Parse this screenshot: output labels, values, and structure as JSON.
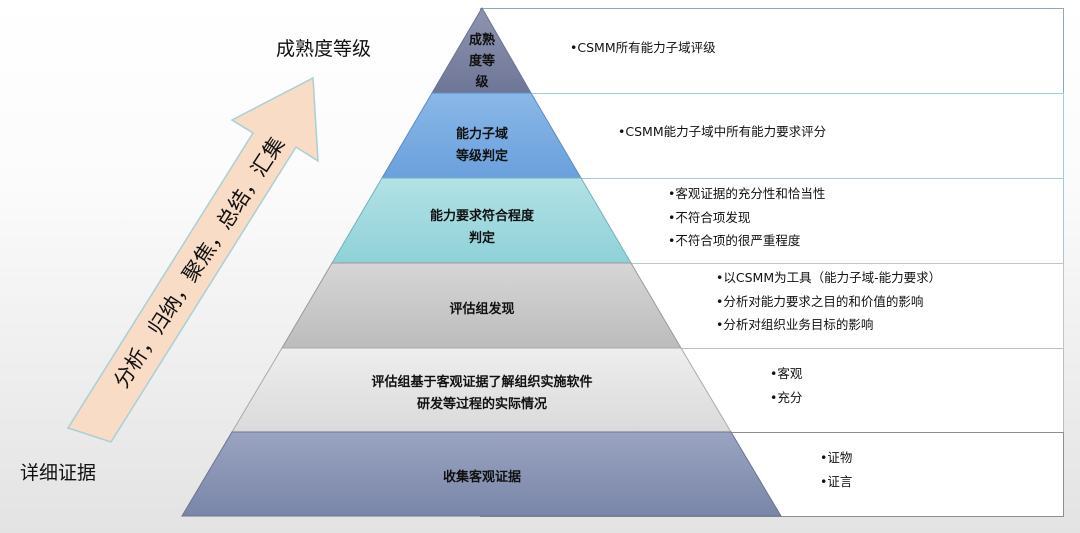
{
  "labels": {
    "top": "成熟度等级",
    "bottom": "详细证据",
    "arrow": "分析，归纳，聚焦，总结，汇集"
  },
  "colors": {
    "arrow_fill": "#f9dcc6",
    "arrow_stroke": "#a9cfd6",
    "level_0": "#7a82a4",
    "level_1": "#72a6df",
    "level_2": "#9ed9de",
    "level_3": "#c7c7c7",
    "level_4": "#e2e2e2",
    "level_5": "#8893b3"
  },
  "levels": [
    {
      "title_lines": [
        "成熟",
        "度等",
        "级"
      ],
      "bullets": [
        "•CSMM所有能力子域评级"
      ]
    },
    {
      "title_lines": [
        "能力子域",
        "等级判定"
      ],
      "bullets": [
        "•CSMM能力子域中所有能力要求评分"
      ]
    },
    {
      "title_lines": [
        "能力要求符合程度",
        "判定"
      ],
      "bullets": [
        "•客观证据的充分性和恰当性",
        "•不符合项发现",
        "•不符合项的很严重程度"
      ]
    },
    {
      "title_lines": [
        "评估组发现"
      ],
      "bullets": [
        "•以CSMM为工具（能力子域-能力要求）",
        "•分析对能力要求之目的和价值的影响",
        "•分析对组织业务目标的影响"
      ]
    },
    {
      "title_lines": [
        "评估组基于客观证据了解组织实施软件",
        "研发等过程的实际情况"
      ],
      "bullets": [
        "•客观",
        "•充分"
      ]
    },
    {
      "title_lines": [
        "收集客观证据"
      ],
      "bullets": [
        "•证物",
        "•证言"
      ]
    }
  ]
}
